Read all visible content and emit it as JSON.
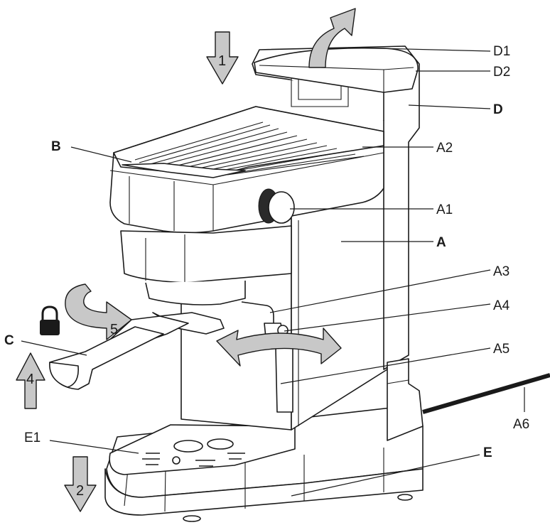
{
  "labels": {
    "D1": "D1",
    "D2": "D2",
    "D": "D",
    "B": "B",
    "A2": "A2",
    "A1": "A1",
    "A": "A",
    "A3": "A3",
    "A4": "A4",
    "C": "C",
    "A5": "A5",
    "A6": "A6",
    "E1": "E1",
    "E": "E"
  },
  "steps": {
    "s1": "1",
    "s2": "2",
    "s4": "4",
    "s5": "5"
  },
  "icons": {
    "lock": "lock-icon"
  },
  "colors": {
    "line": "#1a1a1a",
    "arrow_fill": "#c8c8c8"
  }
}
